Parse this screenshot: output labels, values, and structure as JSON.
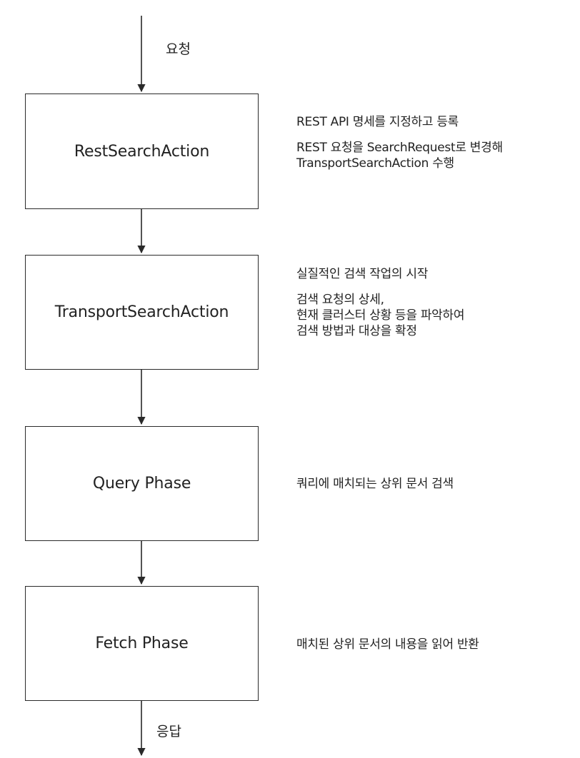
{
  "flow": {
    "input_label": "요청",
    "output_label": "응답",
    "steps": [
      {
        "name": "RestSearchAction",
        "descriptions": [
          "REST API 명세를 지정하고 등록",
          "REST 요청을 SearchRequest로 변경해\nTransportSearchAction 수행"
        ]
      },
      {
        "name": "TransportSearchAction",
        "descriptions": [
          "실질적인 검색 작업의 시작",
          "검색 요청의 상세,\n현재 클러스터 상황 등을 파악하여\n검색 방법과 대상을 확정"
        ]
      },
      {
        "name": "Query Phase",
        "descriptions": [
          "쿼리에 매치되는 상위 문서 검색"
        ]
      },
      {
        "name": "Fetch Phase",
        "descriptions": [
          "매치된 상위 문서의 내용을 읽어 반환"
        ]
      }
    ]
  },
  "colors": {
    "line": "#2a2a2a",
    "text": "#222222"
  }
}
